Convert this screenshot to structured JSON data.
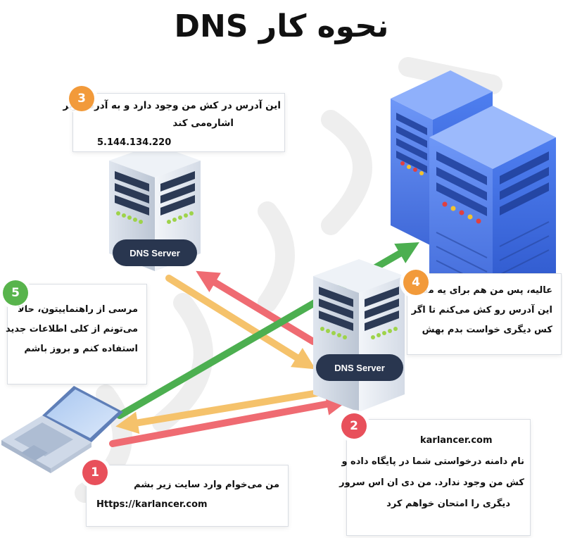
{
  "title": "نحوه کار DNS",
  "colors": {
    "step1": "#e8505b",
    "step2": "#e8505b",
    "step3": "#f29a3a",
    "step4": "#f29a3a",
    "step5": "#58b44c",
    "arrow_red": "#ef6b72",
    "arrow_orange": "#f5c26b",
    "arrow_green": "#4caf50",
    "server_dark": "#29364f",
    "server_blue": "#3a67d6"
  },
  "steps": [
    {
      "number": "1",
      "lines": [
        "من می‌خوام وارد سایت زیر بشم",
        "Https://karlancer.com"
      ]
    },
    {
      "number": "2",
      "lines": [
        "karlancer.com",
        "نام دامنه درخواستی شما در پایگاه داده و",
        "کش من وجود ندارد. من دی ان اس سرور",
        "دیگری را امتحان خواهم کرد"
      ]
    },
    {
      "number": "3",
      "lines": [
        "این آدرس در کش من وجود دارد و به آدرس زیر",
        "اشاره‌می کند",
        "5.144.134.220"
      ]
    },
    {
      "number": "4",
      "lines": [
        "عالیه، پس من هم برای یه مدت",
        "این آدرس رو کش می‌کنم تا اگر",
        "کس دیگری خواست بدم بهش"
      ]
    },
    {
      "number": "5",
      "lines": [
        "مرسی از راهنماییتون، حالا",
        "می‌تونم از کلی اطلاعات جدید",
        "استفاده کنم و بروز باشم"
      ]
    }
  ],
  "servers": {
    "left_label": "DNS Server",
    "right_label": "DNS Server"
  },
  "icons": [
    "laptop-icon",
    "dns-server-icon",
    "server-rack-icon"
  ]
}
